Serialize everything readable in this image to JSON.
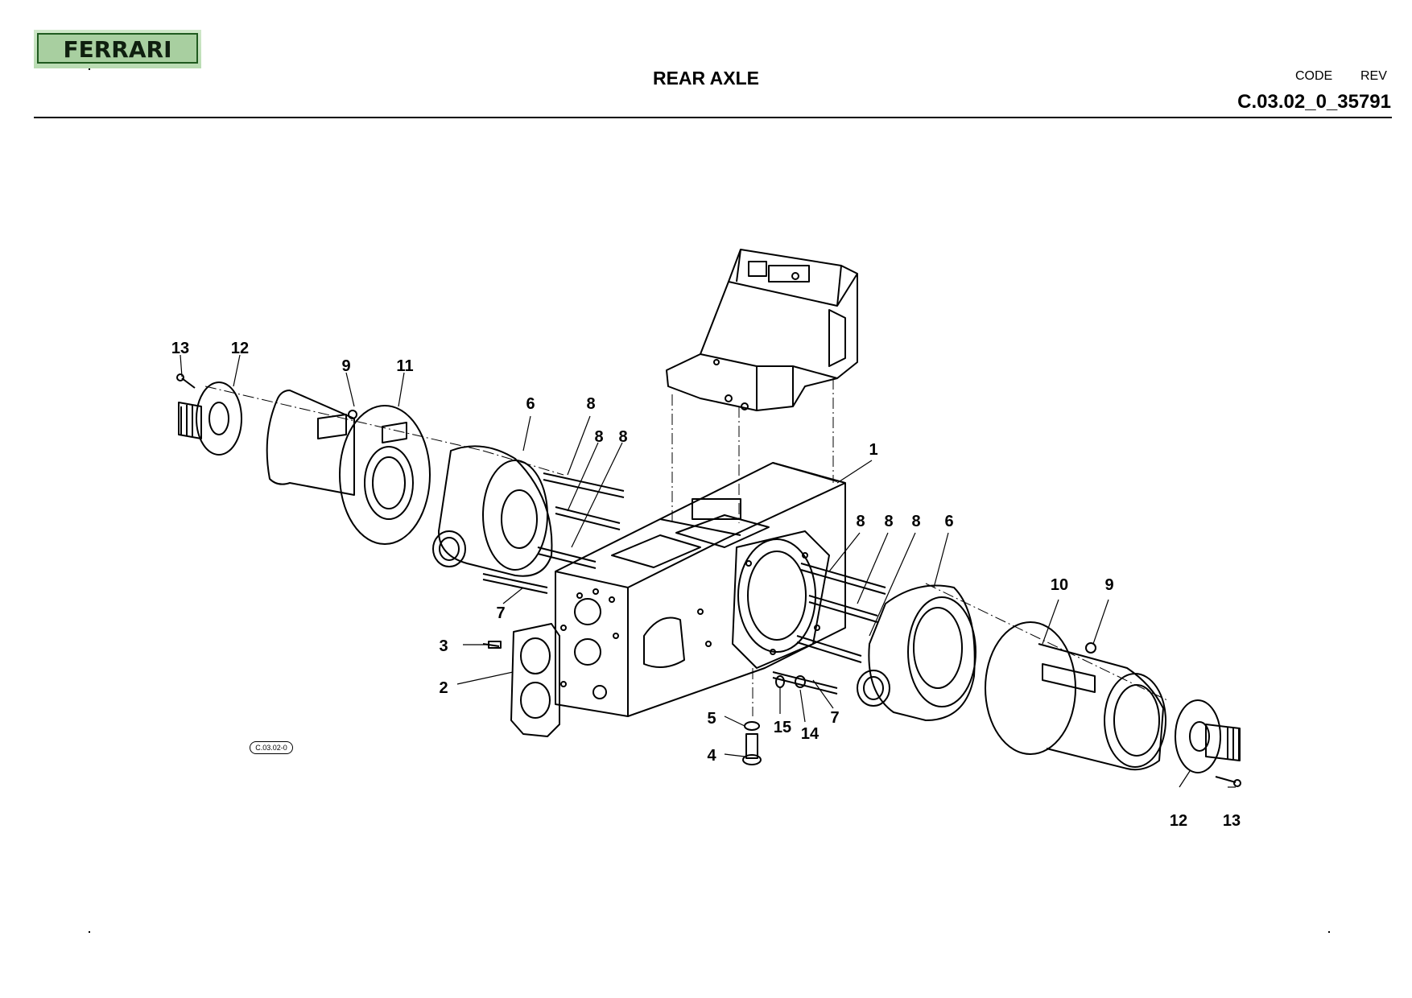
{
  "header": {
    "brand": "FERRARI",
    "title": "REAR AXLE",
    "code_label": "CODE",
    "rev_label": "REV",
    "code_value": "C.03.02_0_35791"
  },
  "diagram": {
    "ref_badge": "C.03.02-0",
    "callouts": [
      "13",
      "12",
      "9",
      "11",
      "6",
      "8",
      "8",
      "8",
      "1",
      "8",
      "8",
      "8",
      "6",
      "10",
      "9",
      "7",
      "3",
      "2",
      "5",
      "4",
      "15",
      "14",
      "7",
      "12",
      "13"
    ]
  }
}
